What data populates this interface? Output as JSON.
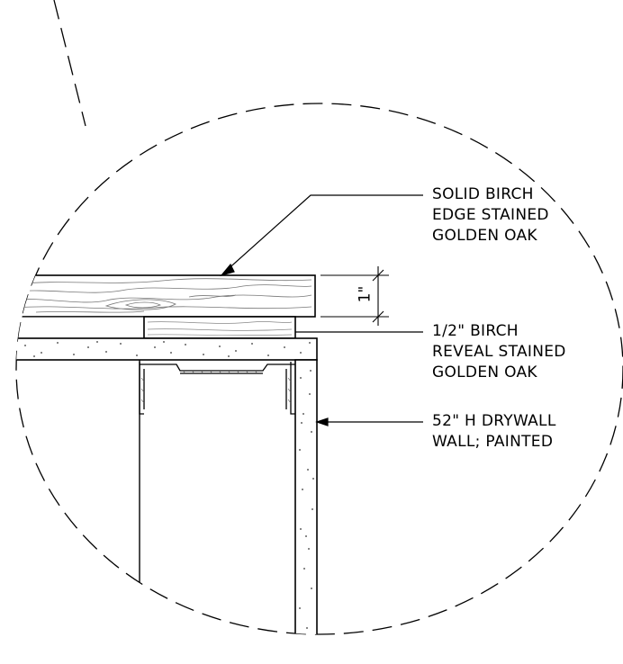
{
  "callouts": [
    {
      "lines": [
        "SOLID BIRCH",
        "EDGE STAINED",
        "GOLDEN OAK"
      ]
    },
    {
      "lines": [
        "1/2\" BIRCH",
        "REVEAL STAINED",
        "GOLDEN OAK"
      ]
    },
    {
      "lines": [
        "52\" H DRYWALL",
        "WALL; PAINTED"
      ]
    }
  ],
  "dimension": {
    "value": "1\""
  }
}
